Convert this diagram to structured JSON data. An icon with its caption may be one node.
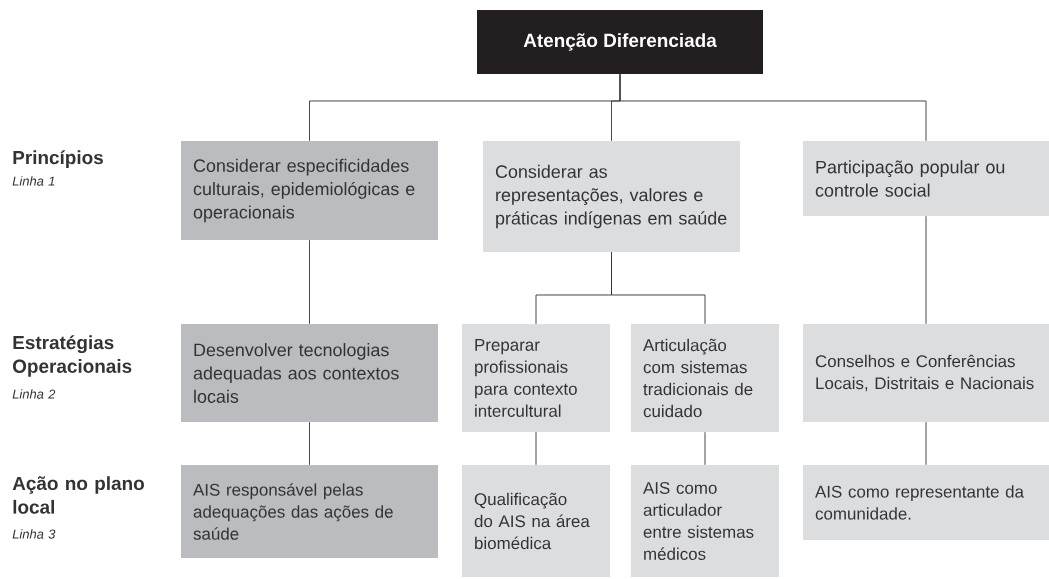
{
  "diagram": {
    "nodes": [
      {
        "text": [
          "Atenção Diferenciada"
        ]
      },
      {
        "text": [
          "Considerar especificidades culturais, epidemiológicas e operacionais"
        ]
      },
      {
        "text": [
          "Considerar as representações, valores e práticas indígenas em saúde"
        ]
      },
      {
        "text": [
          "Participação popular ou controle social"
        ]
      },
      {
        "text": [
          "Desenvolver tecnologias adequadas aos contextos locais"
        ]
      },
      {
        "text": [
          "Preparar profissionais para contexto intercultural"
        ]
      },
      {
        "text": [
          "Articulação com sistemas tradicionais de cuidado"
        ]
      },
      {
        "text": [
          "Conselhos e Conferências Locais, Distritais e Nacionais"
        ]
      },
      {
        "text": [
          "AIS responsável pelas adequações das ações de saúde"
        ]
      },
      {
        "text": [
          "Qualificação do AIS na área biomédica"
        ]
      },
      {
        "text": [
          "AIS como articulador entre sistemas médicos"
        ]
      },
      {
        "text": [
          "AIS como representante da comunidade."
        ]
      }
    ],
    "edges": [
      {
        "from": 0,
        "to": 1,
        "arrow": "none"
      },
      {
        "from": 0,
        "to": 2,
        "arrow": "none"
      },
      {
        "from": 0,
        "to": 3,
        "arrow": "none"
      },
      {
        "from": 1,
        "to": 4,
        "arrow": "none"
      },
      {
        "from": 2,
        "to": 5,
        "arrow": "none"
      },
      {
        "from": 2,
        "to": 6,
        "arrow": "none"
      },
      {
        "from": 3,
        "to": 7,
        "arrow": "none"
      },
      {
        "from": 4,
        "to": 8,
        "arrow": "none"
      },
      {
        "from": 5,
        "to": 9,
        "arrow": "none"
      },
      {
        "from": 6,
        "to": 10,
        "arrow": "none"
      },
      {
        "from": 7,
        "to": 11,
        "arrow": "none"
      }
    ],
    "labels": [
      "Princípios",
      "Linha 1",
      "Estratégias Operacionais",
      "Linha 2",
      "Ação no plano local",
      "Linha 3"
    ]
  }
}
